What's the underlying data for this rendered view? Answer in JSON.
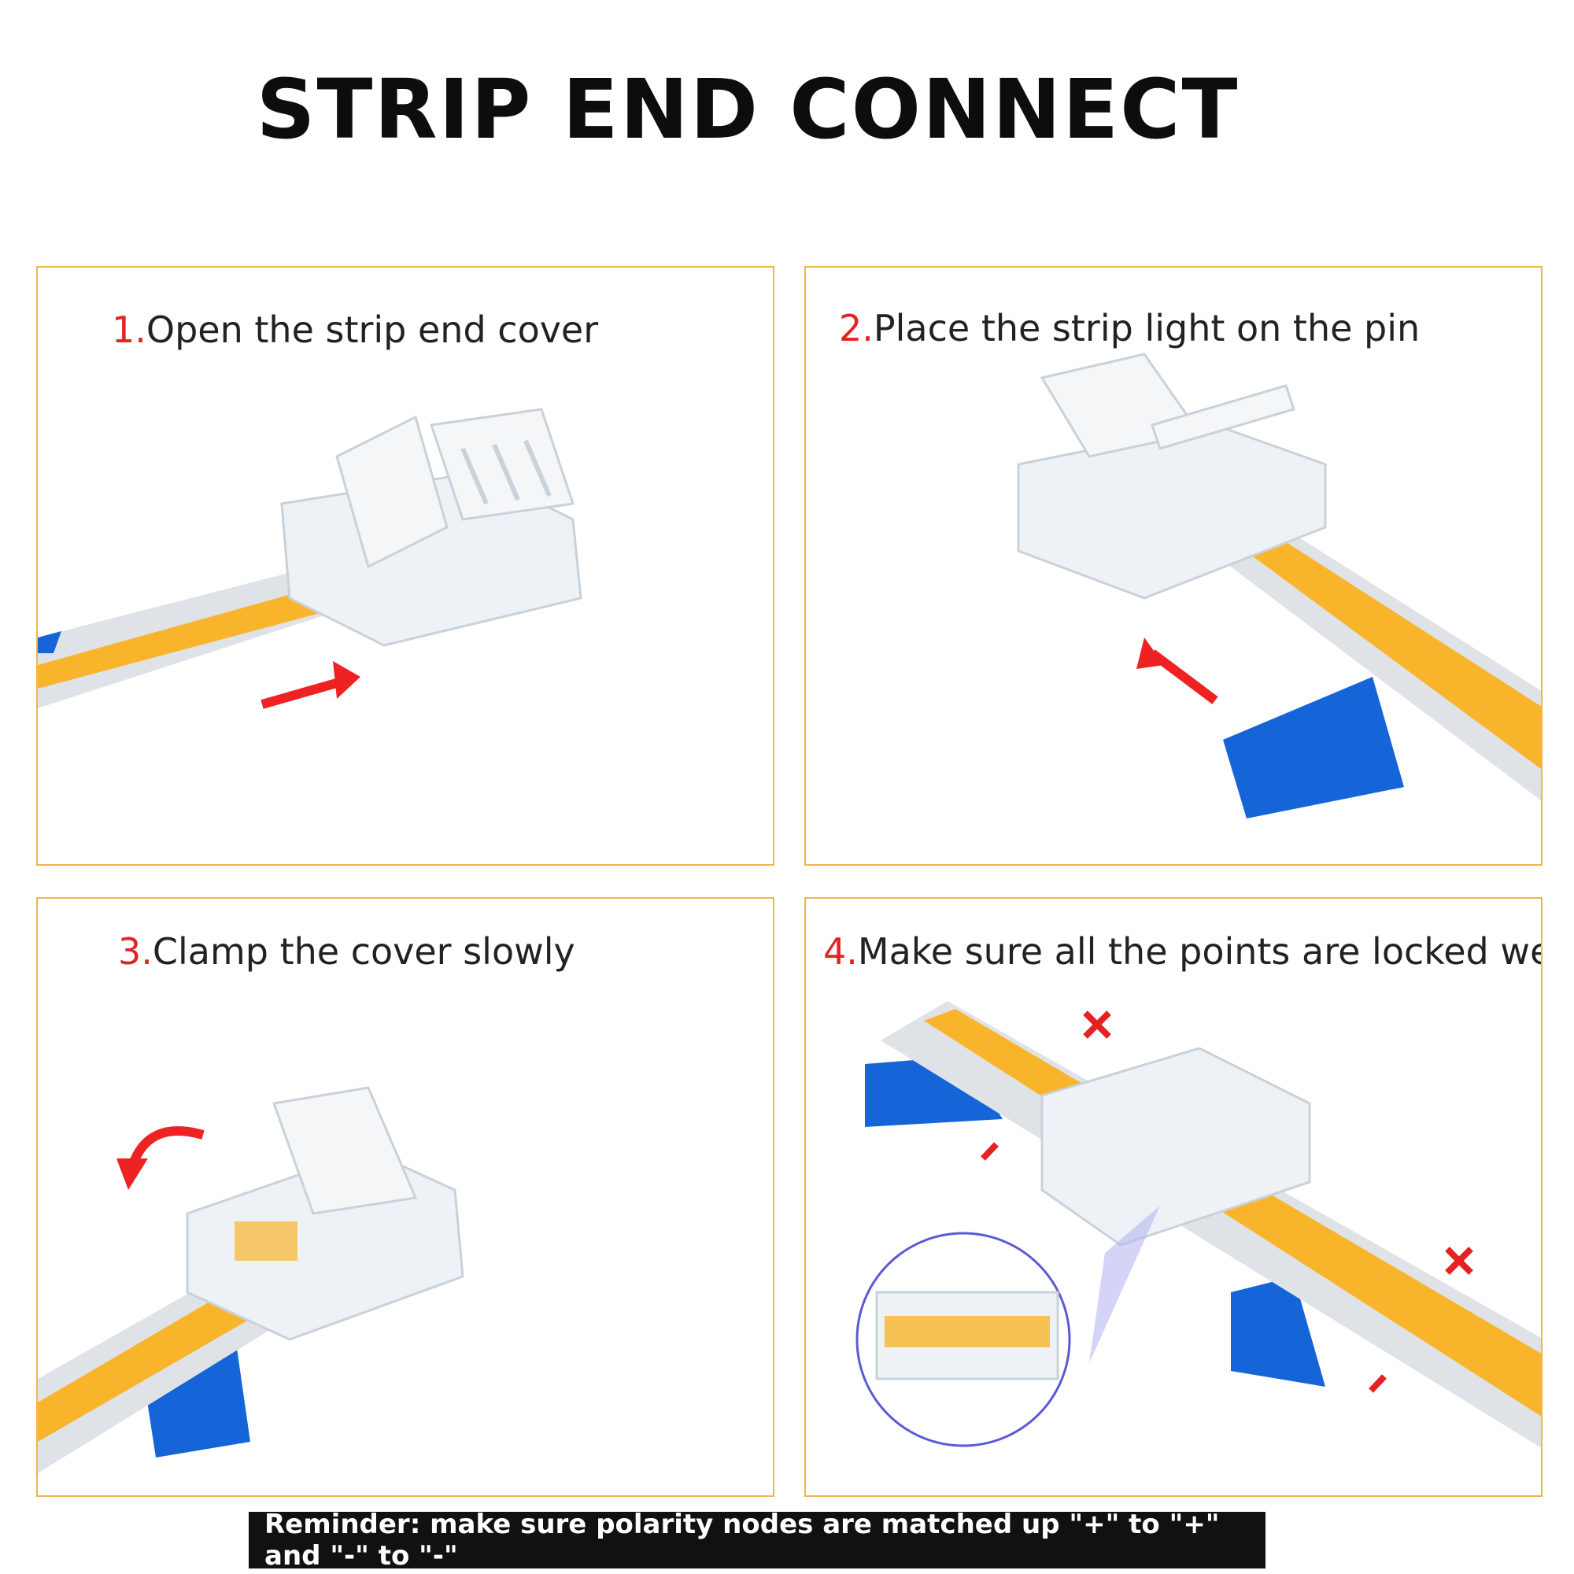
{
  "title": "STRIP END CONNECT",
  "steps": [
    {
      "number": "1.",
      "text": "Open the strip end cover"
    },
    {
      "number": "2.",
      "text": "Place the strip light on the pin"
    },
    {
      "number": "3.",
      "text": "Clamp the cover slowly"
    },
    {
      "number": "4.",
      "text": "Make sure all the points are locked well"
    }
  ],
  "reminder": "Reminder: make sure polarity nodes are matched up \"+\" to \"+\" and \"-\" to \"-\"",
  "colors": {
    "panel_border": "#f0b64a",
    "step_number": "#e52222",
    "led_strip": "#f8b52c",
    "arrow": "#ee2222",
    "backing_tape": "#1565d8"
  }
}
